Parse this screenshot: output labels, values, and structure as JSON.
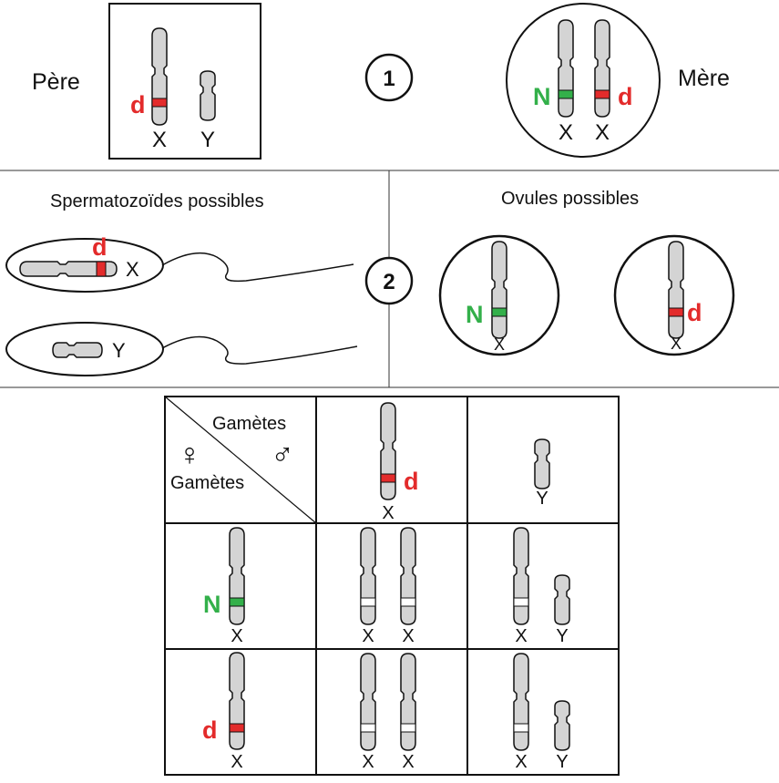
{
  "colors": {
    "red": "#e32b2b",
    "green": "#33b04a",
    "chromosome": "#d4d4d4",
    "outline": "#111111"
  },
  "parents": {
    "father_label": "Père",
    "mother_label": "Mère",
    "step1": "1",
    "father_chromosomes": [
      "X",
      "Y"
    ],
    "mother_chromosomes": [
      "X",
      "X"
    ],
    "father_allele": "d",
    "mother_alleles": [
      "N",
      "d"
    ]
  },
  "gametes": {
    "step2": "2",
    "sperm_title": "Spermatozoïdes possibles",
    "ova_title": "Ovules possibles",
    "sperm_x_label": "X",
    "sperm_x_allele": "d",
    "sperm_y_label": "Y",
    "ovum1_label": "X",
    "ovum1_allele": "N",
    "ovum2_label": "X",
    "ovum2_allele": "d"
  },
  "punnett": {
    "header_male": "Gamètes",
    "header_female": "Gamètes",
    "female_symbol": "♀",
    "male_symbol": "♂",
    "col1_label": "X",
    "col1_allele": "d",
    "col2_label": "Y",
    "row1_label": "X",
    "row1_allele": "N",
    "row2_label": "X",
    "row2_allele": "d",
    "cell_r1c1": [
      "X",
      "X"
    ],
    "cell_r1c2": [
      "X",
      "Y"
    ],
    "cell_r2c1": [
      "X",
      "X"
    ],
    "cell_r2c2": [
      "X",
      "Y"
    ]
  }
}
